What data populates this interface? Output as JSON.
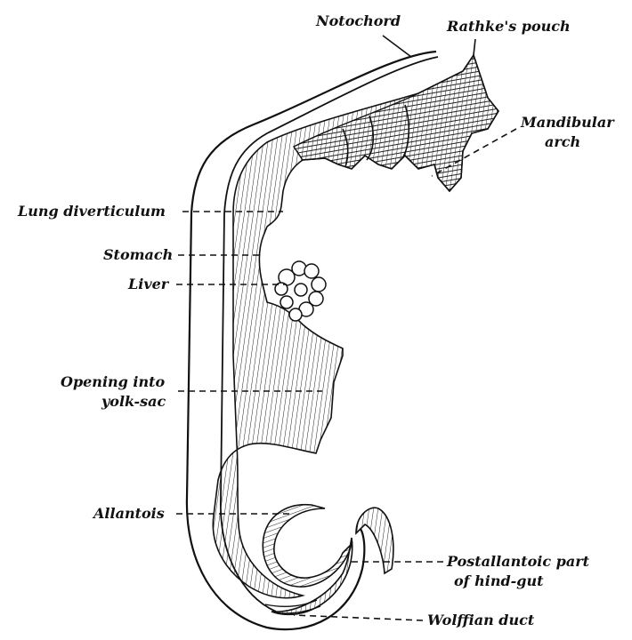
{
  "labels": {
    "notochord": "Notochord",
    "rathkes_pouch": "Rathke's pouch",
    "mandibular_arch_line1": "Mandibular",
    "mandibular_arch_line2": "arch",
    "lung_diverticulum": "Lung diverticulum",
    "stomach": "Stomach",
    "liver": "Liver",
    "yolk_sac_line1": "Opening into",
    "yolk_sac_line2": "yolk-sac",
    "allantois": "Allantois",
    "postallantoic_line1": "Postallantoic part",
    "postallantoic_line2": "of hind-gut",
    "wolffian_duct": "Wolffian duct"
  },
  "colors": {
    "ink": "#111111",
    "paper": "#ffffff"
  }
}
